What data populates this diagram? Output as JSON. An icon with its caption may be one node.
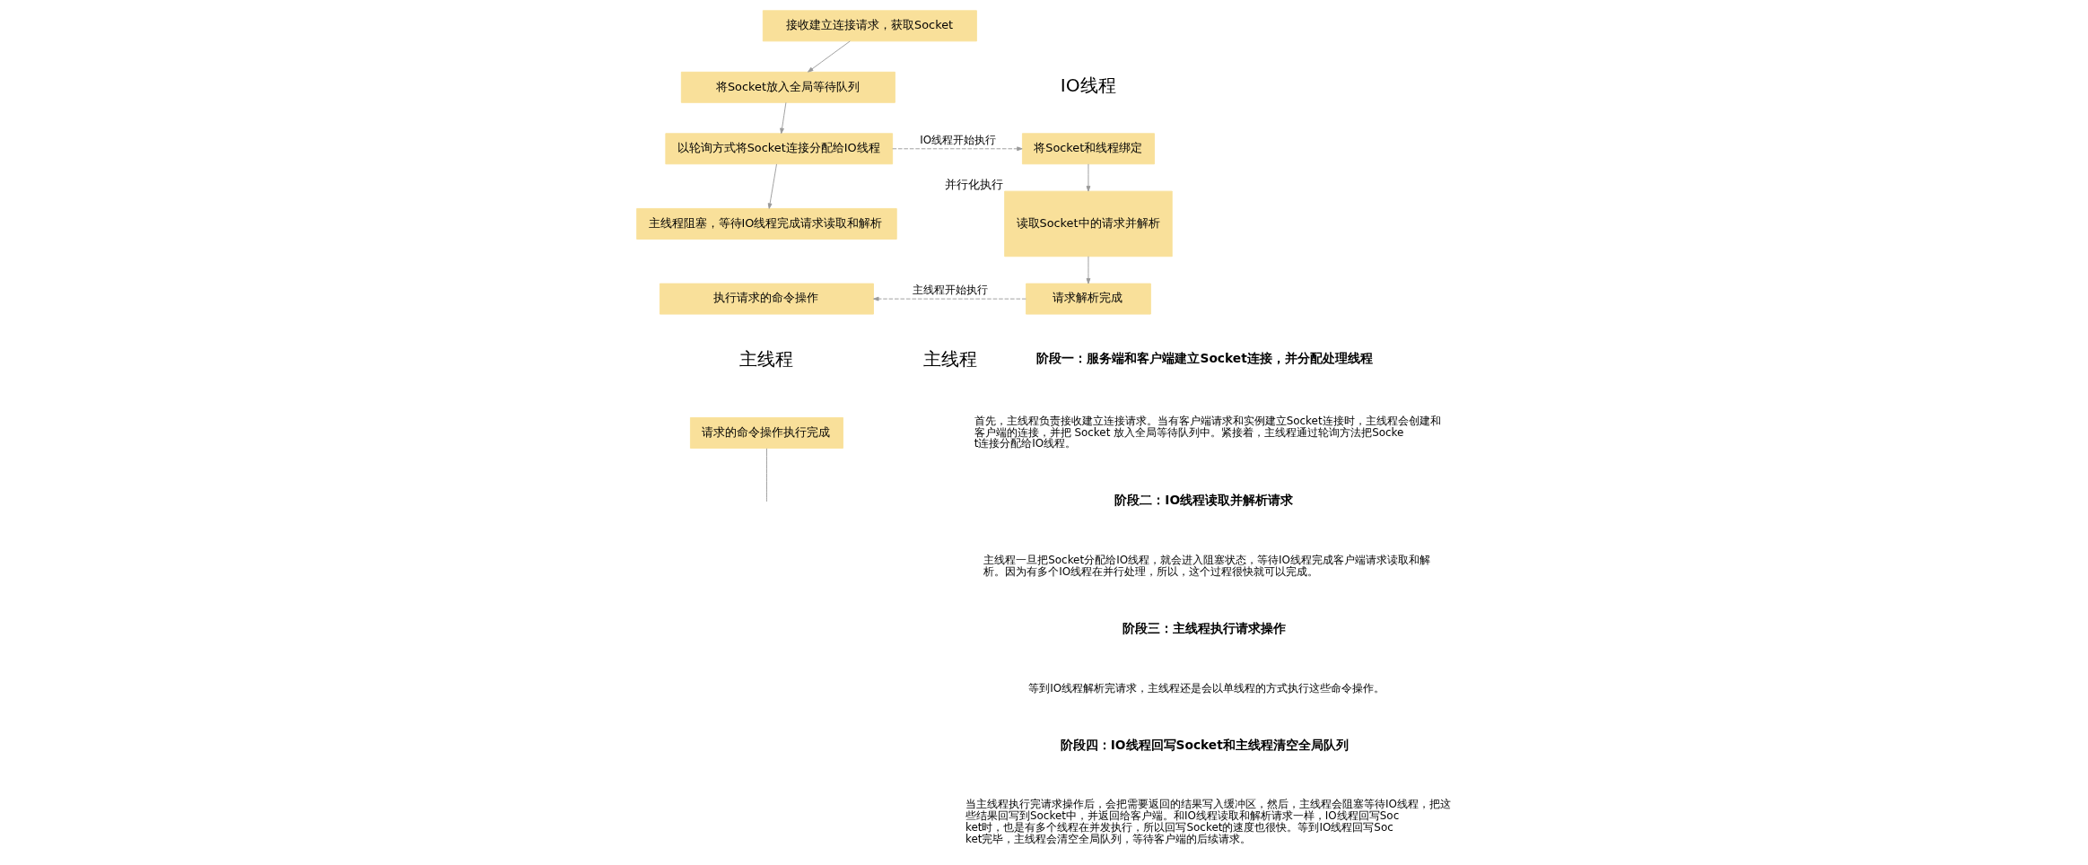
{
  "diagram": {
    "nodes": [
      {
        "text": [
          "接收建立连接请求，获取Socket"
        ]
      },
      {
        "text": [
          "将Socket放入全局等待队列"
        ]
      },
      {
        "text": [
          "以轮询方式将Socket连接分配给IO线程"
        ]
      },
      {
        "text": [
          "主线程阻塞，等待IO线程完成请求读取和解析"
        ]
      },
      {
        "text": [
          "将Socket和线程绑定"
        ]
      },
      {
        "text": [
          "读取Socket中的请求并解析"
        ],
        "beside": [
          "并行化执行"
        ]
      },
      {
        "text": [
          "请求解析完成"
        ]
      },
      {
        "text": [
          "执行请求的命令操作"
        ]
      },
      {
        "text": [
          "请求的命令操作执行完成"
        ]
      }
    ],
    "edges": [
      {
        "from": 0,
        "to": 1,
        "arrow": "to"
      },
      {
        "from": 1,
        "to": 2,
        "arrow": "to"
      },
      {
        "from": 2,
        "to": 4,
        "arrow": "to",
        "label": "IO线程开始执行",
        "style": "dashed"
      },
      {
        "from": 2,
        "to": 3,
        "arrow": "to"
      },
      {
        "from": 4,
        "to": 5,
        "arrow": "to"
      },
      {
        "from": 5,
        "to": 6,
        "arrow": "to"
      },
      {
        "from": 6,
        "to": 7,
        "arrow": "to",
        "label": "主线程开始执行",
        "style": "dashed"
      },
      {
        "from": 8,
        "to": null,
        "arrow": "none"
      }
    ],
    "labels": [
      "主线程",
      "IO线程",
      "主线程",
      "阶段一：服务端和客户端建立Socket连接，并分配处理线程",
      "首先，主线程负责接收建立连接请求。当有客户端请求和实例建立Socket连接时，主线程会创建和客户端的连接，并把 Socket 放入全局等待队列中。紧接着，主线程通过轮询方法把Socket连接分配给IO线程。",
      "阶段二：IO线程读取并解析请求",
      "主线程一旦把Socket分配给IO线程，就会进入阻塞状态，等待IO线程完成客户端请求读取和解析。因为有多个IO线程在并行处理，所以，这个过程很快就可以完成。",
      "阶段三：主线程执行请求操作",
      "等到IO线程解析完请求，主线程还是会以单线程的方式执行这些命令操作。",
      "阶段四：IO线程回写Socket和主线程清空全局队列",
      "当主线程执行完请求操作后，会把需要返回的结果写入缓冲区，然后，主线程会阻塞等待IO线程，把这些结果回写到Socket中，并返回给客户端。和IO线程读取和解析请求一样，IO线程回写Socket时，也是有多个线程在并发执行，所以回写Socket的速度也很快。等到IO线程回写Socket完毕，主线程会清空全局队列，等待客户端的后续请求。"
    ]
  }
}
